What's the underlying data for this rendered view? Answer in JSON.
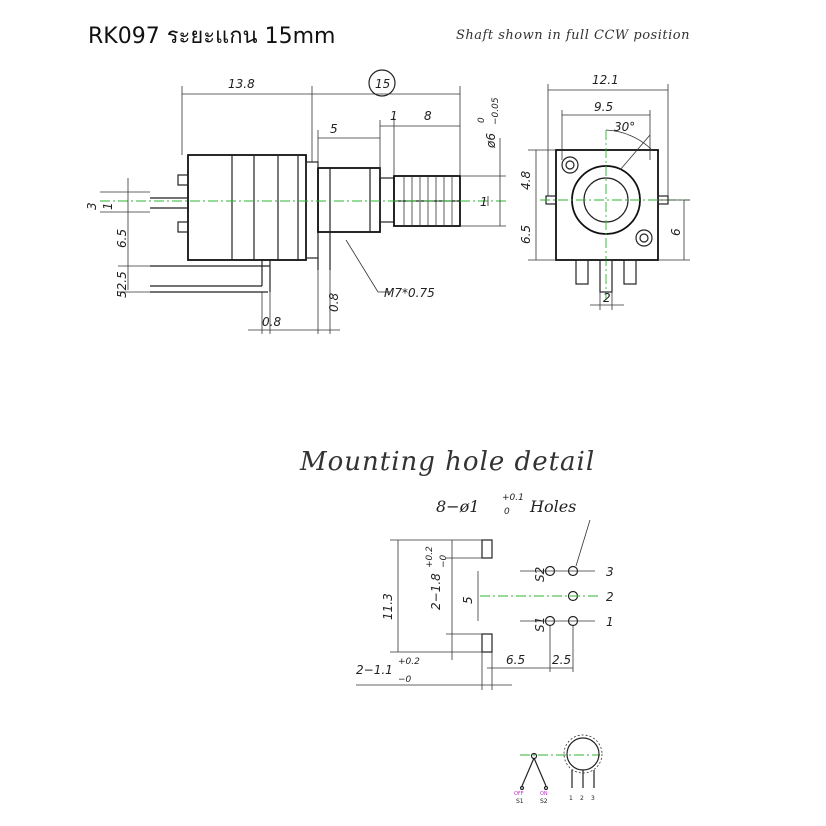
{
  "header": {
    "title": "RK097 ระยะแกน 15mm",
    "note": "Shaft shown in full CCW position"
  },
  "side_view": {
    "dims": {
      "body_length": "13.8",
      "shaft_length": "15",
      "bushing_length": "5",
      "knurl_gap": "1",
      "knurl_length": "8",
      "shaft_dia": "ø6",
      "shaft_tol_upper": "0",
      "shaft_tol_lower": "−0.05",
      "flat_offset": "1",
      "lead_top": "3",
      "lead_top2": "1",
      "lead_mid": "6.5",
      "lead_bottom": "52.5",
      "thread": "M7*0.75",
      "terminal_thk": "0.8",
      "terminal_thk2": "0.8"
    }
  },
  "front_view": {
    "dims": {
      "width": "12.1",
      "hole_pitch": "9.5",
      "angle": "30°",
      "top_height": "4.8",
      "bottom_height": "6.5",
      "right_height": "6",
      "pin_pitch": "2"
    }
  },
  "mounting": {
    "title": "Mounting hole detail",
    "holes_label": "8−ø1",
    "holes_tol_upper": "+0.1",
    "holes_tol_lower": "0",
    "holes_suffix": "Holes",
    "dims": {
      "total_height": "11.3",
      "slot_label": "2−1.8",
      "slot_tol_upper": "+0.2",
      "slot_tol_lower": "−0",
      "pin_span": "5",
      "lug_label": "2−1.1",
      "lug_tol_upper": "+0.2",
      "lug_tol_lower": "−0",
      "horiz_offset": "6.5",
      "pin_pitch": "2.5"
    },
    "switch_labels": [
      "S2",
      "S1"
    ],
    "pin_numbers": [
      "3",
      "2",
      "1"
    ]
  },
  "schematic": {
    "switch_off": "OFF",
    "switch_on": "ON",
    "s1": "S1",
    "s2": "S2",
    "pins": [
      "1",
      "2",
      "3"
    ]
  }
}
